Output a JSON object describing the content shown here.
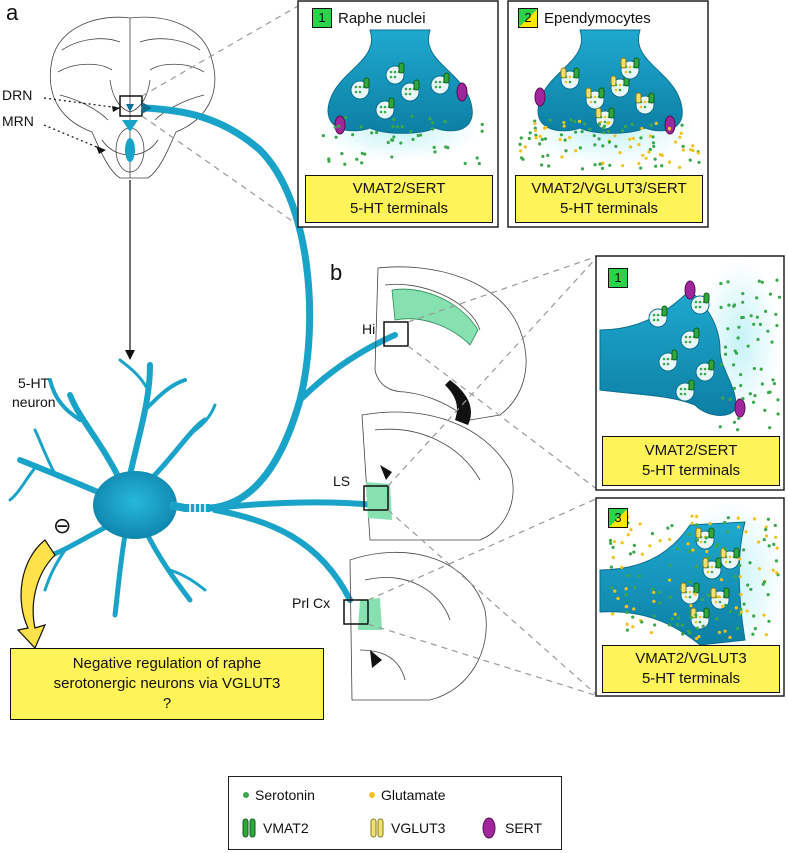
{
  "panels": {
    "a": "a",
    "b": "b"
  },
  "brain_a_labels": {
    "drn": "DRN",
    "mrn": "MRN"
  },
  "neuron": {
    "label_line1": "5-HT",
    "label_line2": "neuron",
    "inhibit_symbol": "⊖"
  },
  "regulation_box": {
    "line1": "Negative regulation of raphe",
    "line2": "serotonergic neurons via VGLUT3",
    "line3": "?"
  },
  "region_labels": {
    "hi": "Hi",
    "ls": "LS",
    "prl": "Prl Cx"
  },
  "terminal_boxes": [
    {
      "badge": "1",
      "title": "Raphe nuclei",
      "caption1": "VMAT2/SERT",
      "caption2": "5-HT terminals"
    },
    {
      "badge": "2",
      "title": "Ependymocytes",
      "caption1": "VMAT2/VGLUT3/SERT",
      "caption2": "5-HT terminals"
    },
    {
      "badge": "1",
      "title": "",
      "caption1": "VMAT2/SERT",
      "caption2": "5-HT terminals"
    },
    {
      "badge": "3",
      "title": "",
      "caption1": "VMAT2/VGLUT3",
      "caption2": "5-HT terminals"
    }
  ],
  "legend": {
    "serotonin": "Serotonin",
    "glutamate": "Glutamate",
    "vmat2": "VMAT2",
    "vglut3": "VGLUT3",
    "sert": "SERT"
  },
  "colors": {
    "neuron": "#1aa3c8",
    "neuron_dark": "#0b6f8f",
    "caption_bg": "#fff35a",
    "serotonin": "#3aa84a",
    "glutamate": "#f2c21a",
    "sert": "#a0279b",
    "vmat2": "#2ea83a",
    "vglut3": "#d8c21a",
    "region_fill": "#86e0b0"
  }
}
